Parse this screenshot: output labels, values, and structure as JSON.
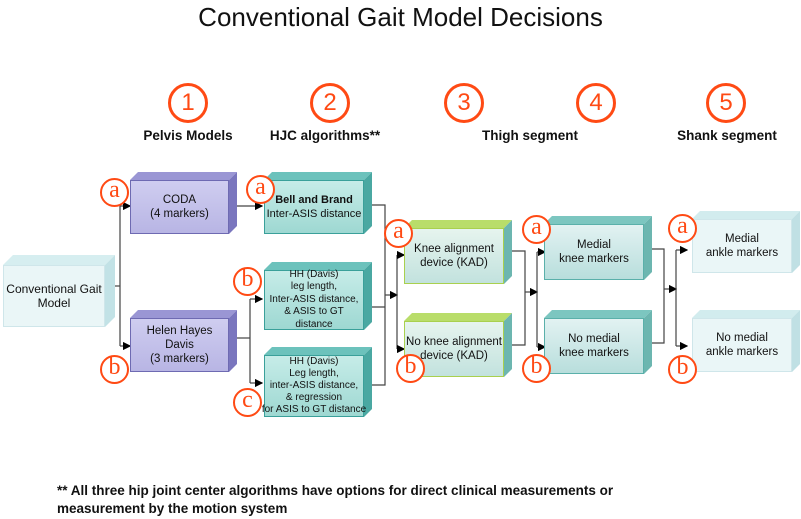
{
  "title": "Conventional Gait Model Decisions",
  "steps": [
    {
      "num": "1",
      "label": "Pelvis Models"
    },
    {
      "num": "2",
      "label": "HJC algorithms**"
    },
    {
      "num": "3",
      "label": "Thigh segment"
    },
    {
      "num": "4",
      "label": ""
    },
    {
      "num": "5",
      "label": "Shank segment"
    }
  ],
  "colors": {
    "accent": "#ff4a14",
    "purple_box": "#c8c6ec",
    "teal_box": "#a8dcd8",
    "green_border": "#b5d85a",
    "light_box": "#eaf6f7"
  },
  "boxes": {
    "root": {
      "lines": [
        "Conventional Gait",
        "Model"
      ]
    },
    "coda": {
      "letter": "a",
      "lines": [
        "CODA",
        "(4 markers)"
      ]
    },
    "hhd": {
      "letter": "b",
      "lines": [
        "Helen Hayes Davis",
        "(3 markers)"
      ]
    },
    "bell": {
      "letter": "a",
      "lines": [
        "Bell and Brand",
        "Inter-ASIS distance"
      ]
    },
    "hh1": {
      "letter": "b",
      "lines": [
        "HH (Davis)",
        "leg length,",
        "Inter-ASIS distance,",
        "& ASIS to GT distance"
      ]
    },
    "hh2": {
      "letter": "c",
      "lines": [
        "HH (Davis)",
        "Leg length,",
        "inter-ASIS distance,",
        "& regression",
        "for ASIS to GT distance"
      ]
    },
    "kad": {
      "letter": "a",
      "lines": [
        "Knee alignment",
        "device (KAD)"
      ]
    },
    "nokad": {
      "letter": "b",
      "lines": [
        "No knee alignment",
        "device (KAD)"
      ]
    },
    "mk": {
      "letter": "a",
      "lines": [
        "Medial",
        "knee markers"
      ]
    },
    "nomk": {
      "letter": "b",
      "lines": [
        "No medial",
        "knee markers"
      ]
    },
    "ma": {
      "letter": "a",
      "lines": [
        "Medial",
        "ankle markers"
      ]
    },
    "noma": {
      "letter": "b",
      "lines": [
        "No medial",
        "ankle markers"
      ]
    }
  },
  "thigh_label": "Thigh segment",
  "footnote": [
    "** All three hip joint center algorithms have options for direct clinical measurements or",
    "measurement by the motion system"
  ]
}
